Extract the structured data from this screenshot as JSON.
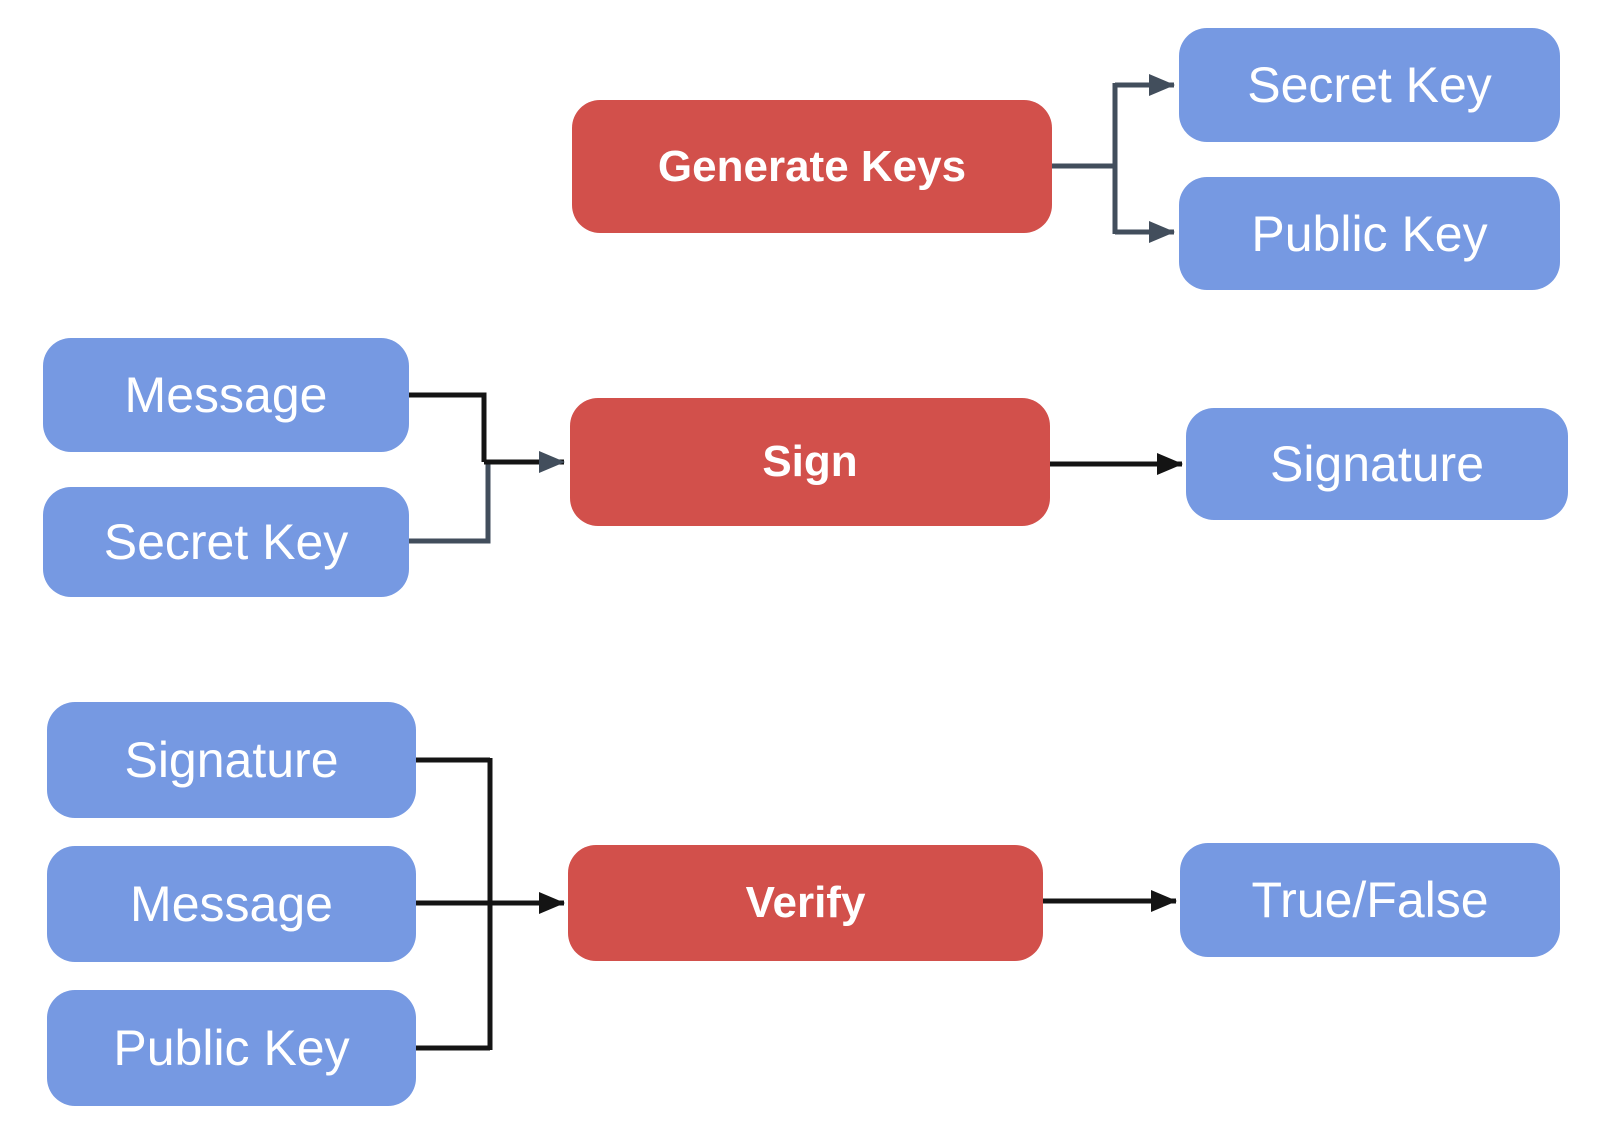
{
  "diagram": {
    "colors": {
      "box_blue": "#7699E2",
      "box_red": "#D2504B",
      "connector_slate": "#424E5C",
      "connector_black": "#141414",
      "label_text": "#FFFFFF",
      "background": "#FFFFFF"
    },
    "nodes": {
      "generate_keys": "Generate Keys",
      "secret_key_out": "Secret Key",
      "public_key_out": "Public Key",
      "message_in_sign": "Message",
      "secret_key_in_sign": "Secret Key",
      "sign": "Sign",
      "signature_out": "Signature",
      "signature_in_verify": "Signature",
      "message_in_verify": "Message",
      "public_key_in_verify": "Public Key",
      "verify": "Verify",
      "true_false_out": "True/False"
    },
    "edges": [
      {
        "from": "Generate Keys",
        "to": "Secret Key"
      },
      {
        "from": "Generate Keys",
        "to": "Public Key"
      },
      {
        "from": "Message",
        "to": "Sign"
      },
      {
        "from": "Secret Key",
        "to": "Sign"
      },
      {
        "from": "Sign",
        "to": "Signature"
      },
      {
        "from": "Signature",
        "to": "Verify"
      },
      {
        "from": "Message",
        "to": "Verify"
      },
      {
        "from": "Public Key",
        "to": "Verify"
      },
      {
        "from": "Verify",
        "to": "True/False"
      }
    ]
  }
}
